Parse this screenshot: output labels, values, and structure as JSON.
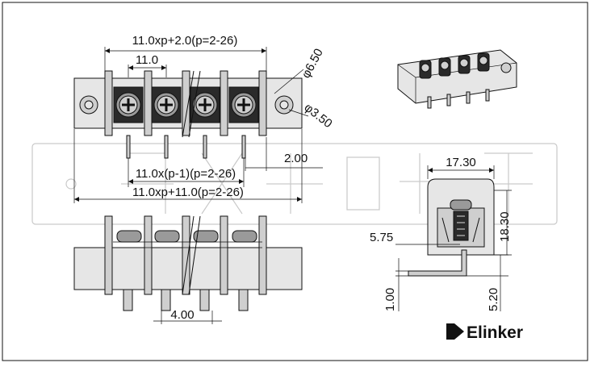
{
  "dimensions": {
    "top_overall": "11.0xp+2.0(p=2-26)",
    "pitch": "11.0",
    "screw_dia": "φ6.50",
    "hole_dia": "φ3.50",
    "pin_offset": "2.00",
    "pin_span": "11.0x(p-1)(p=2-26)",
    "body_overall": "11.0xp+11.0(p=2-26)",
    "pin_spacing": "4.00",
    "side_width": "17.30",
    "side_height": "18.30",
    "side_pin_offset": "5.75",
    "pin_thickness": "1.00",
    "pin_length": "5.20"
  },
  "brand": {
    "name": "Elinker"
  }
}
